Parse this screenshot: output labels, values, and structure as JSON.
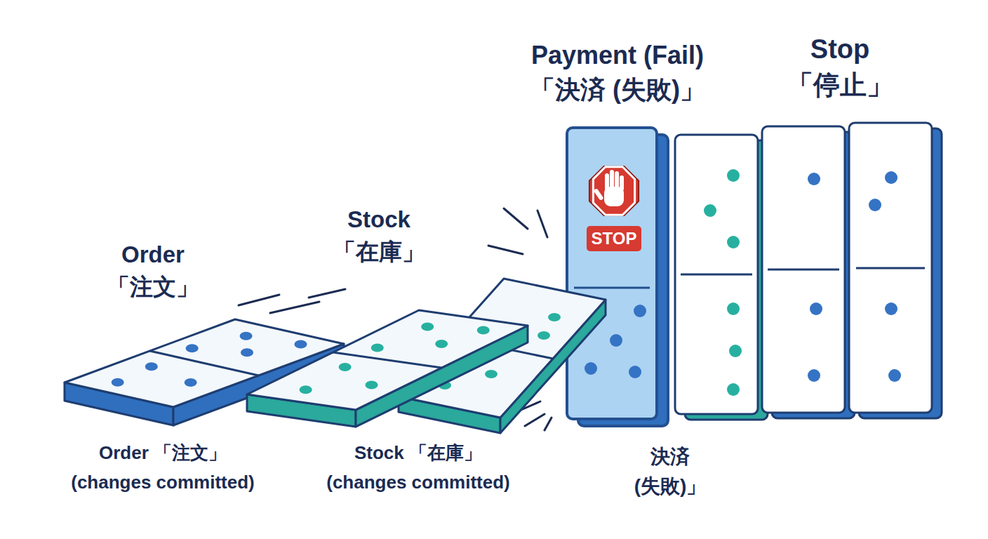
{
  "diagram": {
    "nodes": [
      {
        "text": [
          "Order 「注文」",
          "Order 「注文」 (changes committed)"
        ]
      },
      {
        "text": [
          "Stock 「在庫」",
          "Stock 「在庫」 (changes committed)"
        ]
      },
      {
        "text": [
          "Payment (Fail) 「決済 (失敗)」",
          "STOP",
          "決済 (失敗)」"
        ]
      },
      {
        "text": [
          "Stop 「停止」"
        ]
      }
    ]
  }
}
